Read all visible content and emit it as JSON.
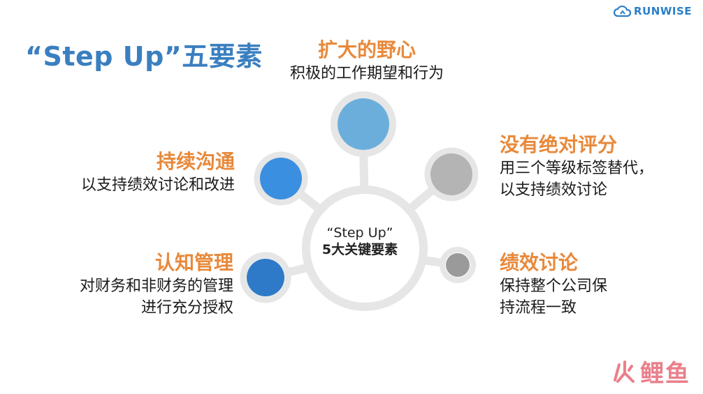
{
  "header": {
    "title": "“Step Up”五要素",
    "logo_text": "RUNWISE"
  },
  "center": {
    "line1": "“Step Up”",
    "line2": "5大关键要素"
  },
  "items": {
    "top": {
      "title": "扩大的野心",
      "desc": [
        "积极的工作期望和行为"
      ]
    },
    "left_upper": {
      "title": "持续沟通",
      "desc": [
        "以支持绩效讨论和改进"
      ]
    },
    "left_lower": {
      "title": "认知管理",
      "desc": [
        "对财务和非财务的管理",
        "进行充分授权"
      ]
    },
    "right_upper": {
      "title": "没有绝对评分",
      "desc": [
        "用三个等级标签替代，",
        "以支持绩效讨论"
      ]
    },
    "right_lower": {
      "title": "绩效讨论",
      "desc": [
        "保持整个公司保",
        "持流程一致"
      ]
    }
  },
  "colors": {
    "title_blue": "#3a7fc0",
    "item_orange": "#e8893a",
    "node_top": "#6baedb",
    "node_left_upper": "#3b8fe0",
    "node_left_lower": "#2f7ac8",
    "node_right_upper": "#b4b4b4",
    "node_right_lower": "#9a9a9a",
    "ring_gray": "#e6e6e6"
  },
  "watermark": {
    "text": "鲤鱼"
  }
}
